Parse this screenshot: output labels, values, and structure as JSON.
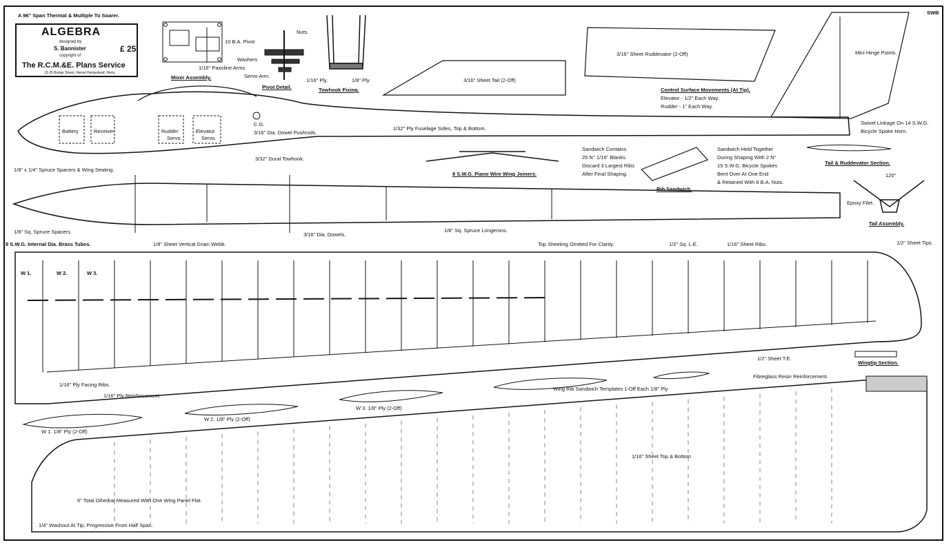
{
  "title_block": {
    "heading": "A 96\" Span Thermal & Multiple To Soarer.",
    "name": "ALGEBRA",
    "designed_by": "designed by",
    "designer": "S. Bannister",
    "copyright": "copyright of",
    "plans_service": "The R.C.M.&E. Plans Service",
    "address": "13-35 Bridge Street, Hemel Hempstead, Herts.",
    "price": "25",
    "currency": "£",
    "corner_mark": "SWB"
  },
  "labels": {
    "mixer_assembly": "Mixer Assembly.",
    "pivot": "10 B.A. Pivot",
    "paxoline_arms": "1/16\" Paxoline Arms",
    "nuts": "Nuts.",
    "washers": "Washers",
    "servo_arm": "Servo Arm.",
    "pivot_detail": "Pivot Detail.",
    "ply_116": "1/16\" Ply.",
    "ply_18": "1/8\" Ply.",
    "towhook_fixing": "Towhook Fixing.",
    "sheet_tail": "3/16\" Sheet Tail (2-Off)",
    "ruddevator": "3/16\" Sheet Ruddevator (2-Off)",
    "mini_hinge": "Mini Hinge Points.",
    "control_surface": "Control Surface Movements (At Tip).",
    "elevator_move": "Elevator - 1/2\" Each Way.",
    "rudder_move": "Rudder - 1\" Each Way.",
    "swivel_1": "Swivel Linkage On 14 S.W.G.",
    "swivel_2": "Bicycle Spoke Horn.",
    "battery": "Battery",
    "receiver": "Receiver",
    "rudder_servo_1": "Rudder",
    "rudder_servo_2": "Servo.",
    "elevator_servo_1": "Elevator",
    "elevator_servo_2": "Servo.",
    "cg": "C.G.",
    "dowel_pushrods": "3/16\" Dia. Dowel Pushrods.",
    "fuselage_sides": "1/32\" Ply Fuselage Sides, Top & Bottom.",
    "spruce_spacers_wing": "1/8\" x 1/4\" Spruce Spacers & Wing Seating.",
    "dural_towhook": "3/32\" Dural Towhook.",
    "wire_joiners": "8 S.W.G. Piano Wire Wing Joiners.",
    "sandwich_1": "Sandwich Contains",
    "sandwich_2": "25 N° 1/16\" Blanks.",
    "sandwich_3": "Discard 3 Largest Ribs",
    "sandwich_4": "After Final Shaping.",
    "rib_sandwich": "Rib Sandwich.",
    "held_1": "Sandwich Held Together",
    "held_2": "During Shaping With 2 N°",
    "held_3": "15 S.W.G. Bicycle Spokes",
    "held_4": "Bent Over At One End",
    "held_5": "& Retained With 8 B.A. Nuts.",
    "tail_section": "Tail & Ruddevator Section.",
    "angle": "120°",
    "epoxy_fillet": "Epoxy Filet.",
    "tail_assembly": "Tail Assembly.",
    "sq_spruce_spacers": "1/8\" Sq. Spruce Spacers.",
    "dowels": "3/16\" Dia. Dowels.",
    "longerons": "1/8\" Sq. Spruce Longerons.",
    "brass_tubes": "8 S.W.G. Internal Dia. Brass Tubes.",
    "vertical_grain": "1/8\" Sheet Vertical Grain Webb.",
    "top_sheeting": "Top Sheeting Omitted For Clarity.",
    "sq_le": "1/2\" Sq. L.E.",
    "sheet_ribs": "1/16\" Sheet Ribs.",
    "sheet_tips": "1/2\" Sheet Tips.",
    "w1": "W 1.",
    "w2": "W 2.",
    "w3": "W 3.",
    "sheet_te": "1/2\" Sheet T.E.",
    "wingtip_section": "Wingtip Section.",
    "ply_facing": "1/16\" Ply Facing Ribs.",
    "ply_reinforcement": "1/16\" Ply Reinforcement.",
    "templates": "Wing Rib Sandwich Templates 1-Off Each 1/8\" Ply",
    "fibreglass": "Fibreglass Resin Reinforcement.",
    "w1_ply": "W 1. 1/8\" Ply (2-Off)",
    "w2_ply": "W 2. 1/8\" Ply (2-Off)",
    "w3_ply": "W 3. 1/8\" Ply (2-Off)",
    "top_bottom": "1/16\" Sheet Top & Bottom",
    "dihedral": "6\" Total Dihedral Measured With One Wing Panel Flat.",
    "washout": "1/4\" Washout At Tip, Progressive From Half Span."
  }
}
